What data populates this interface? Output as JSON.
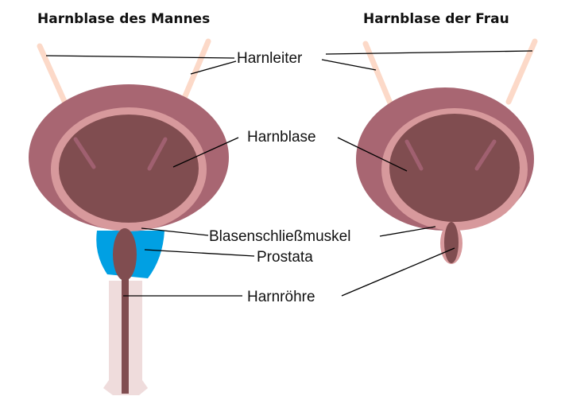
{
  "titles": {
    "male": "Harnblase des Mannes",
    "female": "Harnblase der Frau"
  },
  "labels": {
    "ureter": "Harnleiter",
    "bladder": "Harnblase",
    "sphincter": "Blasenschließmuskel",
    "prostate": "Prostata",
    "urethra": "Harnröhre"
  },
  "colors": {
    "bladder_outer": "#a86672",
    "bladder_ring": "#d7999c",
    "bladder_inner": "#804d50",
    "ureter": "#fcd9c8",
    "prostate": "#00a0e3",
    "penis": "#efdcdc"
  }
}
